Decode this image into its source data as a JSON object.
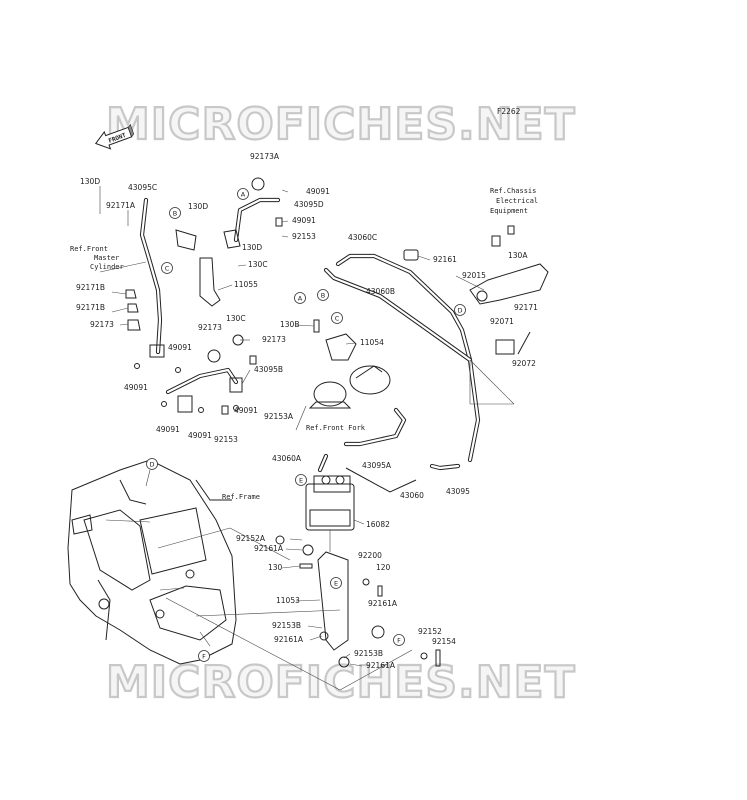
{
  "figure_code": "F2262",
  "front_label": "FRONT",
  "watermark": "MICROFICHES.NET",
  "refs": {
    "front_master": [
      "Ref.Front",
      "Master",
      "Cylinder"
    ],
    "chassis": [
      "Ref.Chassis",
      "Electrical",
      "Equipment"
    ],
    "front_fork": "Ref.Front Fork",
    "frame": "Ref.Frame"
  },
  "callouts": {
    "A": "A",
    "B": "B",
    "C": "C",
    "D": "D",
    "E": "E",
    "F": "F"
  },
  "parts": {
    "p130d_a": "130D",
    "p43095c": "43095C",
    "p92171a": "92171A",
    "p130d_b": "130D",
    "p92173a": "92173A",
    "p49091_a": "49091",
    "p43095d": "43095D",
    "p49091_b": "49091",
    "p92153_a": "92153",
    "p130d_c": "130D",
    "p130c_a": "130C",
    "p11055": "11055",
    "p92171b_a": "92171B",
    "p92171b_b": "92171B",
    "p92173_a": "92173",
    "p130c_b": "130C",
    "p92173_b": "92173",
    "p92173_c": "92173",
    "p49091_c": "49091",
    "p49091_d": "49091",
    "p43095b": "43095B",
    "p49091_e": "49091",
    "p92153a_a": "92153A",
    "p49091_f": "49091",
    "p49091_g": "49091",
    "p92153_b": "92153",
    "p43060c": "43060C",
    "p92161": "92161",
    "p43060b": "43060B",
    "p130b": "130B",
    "p11054": "11054",
    "p130a": "130A",
    "p92015": "92015",
    "p92171": "92171",
    "p92071": "92071",
    "p92072": "92072",
    "p43060a": "43060A",
    "p43095a": "43095A",
    "p43060": "43060",
    "p43095": "43095",
    "p16082": "16082",
    "p92152a": "92152A",
    "p92161a_a": "92161A",
    "p92200": "92200",
    "p130": "130",
    "p120": "120",
    "p11053": "11053",
    "p92161a_b": "92161A",
    "p92153b_a": "92153B",
    "p92161a_c": "92161A",
    "p92152": "92152",
    "p92154": "92154",
    "p92153b_b": "92153B",
    "p92161a_d": "92161A"
  }
}
